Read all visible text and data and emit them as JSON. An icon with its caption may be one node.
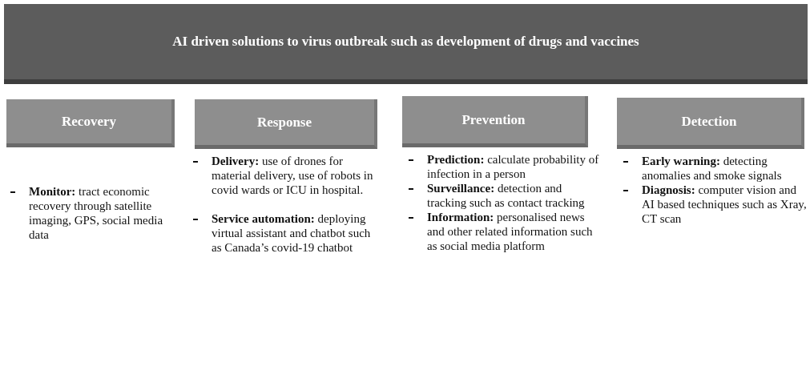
{
  "diagram": {
    "nodes": [
      {
        "text": [
          "AI driven solutions to virus outbreak such as development of drugs and vaccines"
        ]
      },
      {
        "text": [
          "Recovery"
        ],
        "beside": [
          "**Monitor:** tract economic recovery through satellite imaging, GPS, social media data"
        ]
      },
      {
        "text": [
          "Response"
        ],
        "beside": [
          "**Delivery:** use of drones for material delivery, use of robots in covid wards or ICU in hospital.",
          "**Service automation:** deploying virtual assistant and chatbot such as Canada’s covid-19 chatbot"
        ]
      },
      {
        "text": [
          "Prevention"
        ],
        "beside": [
          "**Prediction:** calculate probability of infection in a person",
          "**Surveillance:** detection and tracking such as contact tracking",
          "**Information:** personalised news and other related information such as social media platform"
        ]
      },
      {
        "text": [
          "Detection"
        ],
        "beside": [
          "**Early warning:** detecting anomalies and smoke signals",
          "**Diagnosis:** computer vision and AI based techniques such as Xray, CT scan"
        ]
      }
    ],
    "edges": []
  }
}
